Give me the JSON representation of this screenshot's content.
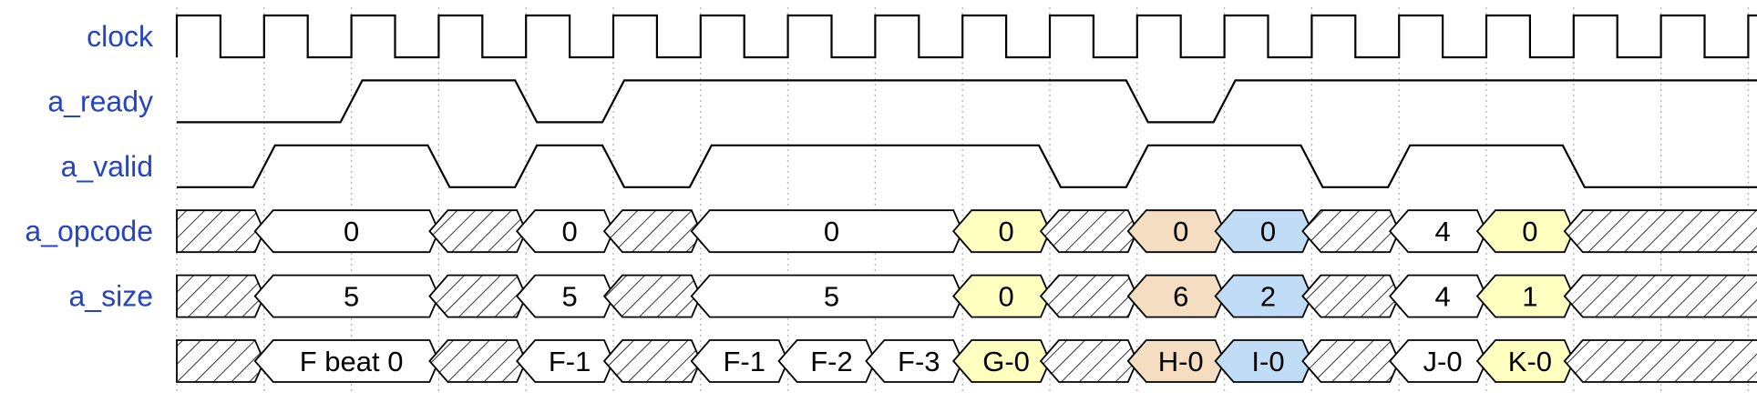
{
  "clock_cycles": 19,
  "signals": [
    {
      "name": "clock",
      "kind": "clock"
    },
    {
      "name": "a_ready",
      "kind": "bit",
      "levels": [
        0,
        0,
        1,
        1,
        0,
        1,
        1,
        1,
        1,
        1,
        1,
        0,
        1,
        1,
        1,
        1,
        1,
        1,
        1
      ]
    },
    {
      "name": "a_valid",
      "kind": "bit",
      "levels": [
        0,
        1,
        1,
        0,
        1,
        0,
        1,
        1,
        1,
        1,
        0,
        1,
        1,
        0,
        1,
        1,
        0,
        0,
        0
      ]
    },
    {
      "name": "a_opcode",
      "kind": "bus",
      "segments": [
        {
          "start": 0,
          "end": 1,
          "label": "",
          "fill": "hatch"
        },
        {
          "start": 1,
          "end": 3,
          "label": "0",
          "fill": "#ffffff"
        },
        {
          "start": 3,
          "end": 4,
          "label": "",
          "fill": "hatch"
        },
        {
          "start": 4,
          "end": 5,
          "label": "0",
          "fill": "#ffffff"
        },
        {
          "start": 5,
          "end": 6,
          "label": "",
          "fill": "hatch"
        },
        {
          "start": 6,
          "end": 9,
          "label": "0",
          "fill": "#ffffff"
        },
        {
          "start": 9,
          "end": 10,
          "label": "0",
          "fill": "#ffffc0"
        },
        {
          "start": 10,
          "end": 11,
          "label": "",
          "fill": "hatch"
        },
        {
          "start": 11,
          "end": 12,
          "label": "0",
          "fill": "#f4ddc0"
        },
        {
          "start": 12,
          "end": 13,
          "label": "0",
          "fill": "#c0dcf6"
        },
        {
          "start": 13,
          "end": 14,
          "label": "",
          "fill": "hatch"
        },
        {
          "start": 14,
          "end": 15,
          "label": "4",
          "fill": "#ffffff"
        },
        {
          "start": 15,
          "end": 16,
          "label": "0",
          "fill": "#ffffc0"
        },
        {
          "start": 16,
          "end": 19,
          "label": "",
          "fill": "hatch"
        }
      ]
    },
    {
      "name": "a_size",
      "kind": "bus",
      "segments": [
        {
          "start": 0,
          "end": 1,
          "label": "",
          "fill": "hatch"
        },
        {
          "start": 1,
          "end": 3,
          "label": "5",
          "fill": "#ffffff"
        },
        {
          "start": 3,
          "end": 4,
          "label": "",
          "fill": "hatch"
        },
        {
          "start": 4,
          "end": 5,
          "label": "5",
          "fill": "#ffffff"
        },
        {
          "start": 5,
          "end": 6,
          "label": "",
          "fill": "hatch"
        },
        {
          "start": 6,
          "end": 9,
          "label": "5",
          "fill": "#ffffff"
        },
        {
          "start": 9,
          "end": 10,
          "label": "0",
          "fill": "#ffffc0"
        },
        {
          "start": 10,
          "end": 11,
          "label": "",
          "fill": "hatch"
        },
        {
          "start": 11,
          "end": 12,
          "label": "6",
          "fill": "#f4ddc0"
        },
        {
          "start": 12,
          "end": 13,
          "label": "2",
          "fill": "#c0dcf6"
        },
        {
          "start": 13,
          "end": 14,
          "label": "",
          "fill": "hatch"
        },
        {
          "start": 14,
          "end": 15,
          "label": "4",
          "fill": "#ffffff"
        },
        {
          "start": 15,
          "end": 16,
          "label": "1",
          "fill": "#ffffc0"
        },
        {
          "start": 16,
          "end": 19,
          "label": "",
          "fill": "hatch"
        }
      ]
    },
    {
      "name": "",
      "kind": "bus",
      "segments": [
        {
          "start": 0,
          "end": 1,
          "label": "",
          "fill": "hatch"
        },
        {
          "start": 1,
          "end": 3,
          "label": "F beat 0",
          "fill": "#ffffff"
        },
        {
          "start": 3,
          "end": 4,
          "label": "",
          "fill": "hatch"
        },
        {
          "start": 4,
          "end": 5,
          "label": "F-1",
          "fill": "#ffffff"
        },
        {
          "start": 5,
          "end": 6,
          "label": "",
          "fill": "hatch"
        },
        {
          "start": 6,
          "end": 7,
          "label": "F-1",
          "fill": "#ffffff"
        },
        {
          "start": 7,
          "end": 8,
          "label": "F-2",
          "fill": "#ffffff"
        },
        {
          "start": 8,
          "end": 9,
          "label": "F-3",
          "fill": "#ffffff"
        },
        {
          "start": 9,
          "end": 10,
          "label": "G-0",
          "fill": "#ffffc0"
        },
        {
          "start": 10,
          "end": 11,
          "label": "",
          "fill": "hatch"
        },
        {
          "start": 11,
          "end": 12,
          "label": "H-0",
          "fill": "#f4ddc0"
        },
        {
          "start": 12,
          "end": 13,
          "label": "I-0",
          "fill": "#c0dcf6"
        },
        {
          "start": 13,
          "end": 14,
          "label": "",
          "fill": "hatch"
        },
        {
          "start": 14,
          "end": 15,
          "label": "J-0",
          "fill": "#ffffff"
        },
        {
          "start": 15,
          "end": 16,
          "label": "K-0",
          "fill": "#ffffc0"
        },
        {
          "start": 16,
          "end": 19,
          "label": "",
          "fill": "hatch"
        }
      ]
    }
  ],
  "colors": {
    "label": "#2544c0",
    "stroke": "#000000",
    "grid": "#b8b8b8",
    "yellow": "#ffffc0",
    "orange": "#f4ddc0",
    "blue": "#c0dcf6"
  }
}
